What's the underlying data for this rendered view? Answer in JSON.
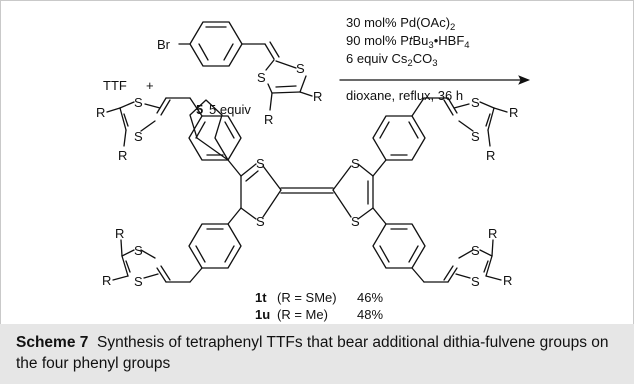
{
  "reaction": {
    "reactant": "TTF",
    "plus": "+",
    "reagent_label": "5",
    "reagent_equiv": "5 equiv",
    "conditions": {
      "line1_amount": "30 mol%",
      "line1_reagent": "Pd(OAc)",
      "line1_sub": "2",
      "line2_amount": "90 mol%",
      "line2_pre": "P",
      "line2_italic": "t",
      "line2_mid": "Bu",
      "line2_sub1": "3",
      "line2_post": "•HBF",
      "line2_sub2": "4",
      "line3_pre": "6 equiv Cs",
      "line3_sub1": "2",
      "line3_mid": "CO",
      "line3_sub2": "3",
      "line4": "dioxane, reflux, 36 h"
    }
  },
  "atoms": {
    "bromine": "Br",
    "sulfur": "S",
    "r_group": "R"
  },
  "products": [
    {
      "id": "1t",
      "r_def": "(R = SMe)",
      "yield": "46%"
    },
    {
      "id": "1u",
      "r_def": "(R = Me)",
      "yield": "48%"
    }
  ],
  "caption": {
    "label": "Scheme 7",
    "text": "Synthesis of tetraphenyl TTFs that bear additional dithia-fulvene groups on the four phenyl groups"
  }
}
